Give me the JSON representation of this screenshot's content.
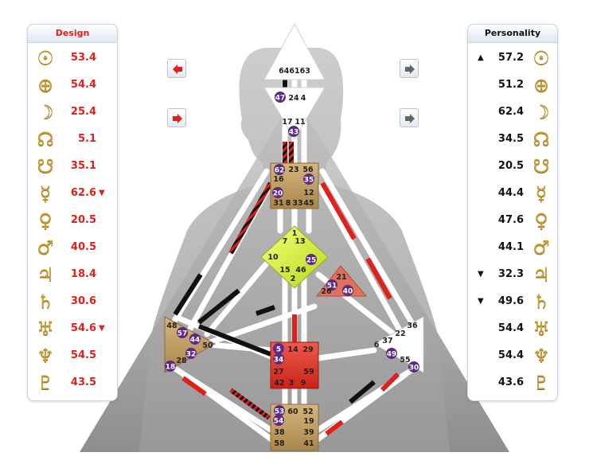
{
  "design": {
    "title": "Design",
    "rows": [
      {
        "glyph": "☉",
        "value": "53.4",
        "arrow": ""
      },
      {
        "glyph": "⊕",
        "value": "54.4",
        "arrow": ""
      },
      {
        "glyph": "☽",
        "value": "25.4",
        "arrow": ""
      },
      {
        "glyph": "☊",
        "value": "5.1",
        "arrow": ""
      },
      {
        "glyph": "☋",
        "value": "35.1",
        "arrow": ""
      },
      {
        "glyph": "☿",
        "value": "62.6",
        "arrow": "▼"
      },
      {
        "glyph": "♀",
        "value": "20.5",
        "arrow": ""
      },
      {
        "glyph": "♂",
        "value": "40.5",
        "arrow": ""
      },
      {
        "glyph": "♃",
        "value": "18.4",
        "arrow": ""
      },
      {
        "glyph": "♄",
        "value": "30.6",
        "arrow": ""
      },
      {
        "glyph": "♅",
        "value": "54.6",
        "arrow": "▼"
      },
      {
        "glyph": "♆",
        "value": "54.5",
        "arrow": ""
      },
      {
        "glyph": "♇",
        "value": "43.5",
        "arrow": ""
      }
    ]
  },
  "personality": {
    "title": "Personality",
    "rows": [
      {
        "glyph": "☉",
        "value": "57.2",
        "arrow": "▲"
      },
      {
        "glyph": "⊕",
        "value": "51.2",
        "arrow": ""
      },
      {
        "glyph": "☽",
        "value": "62.4",
        "arrow": ""
      },
      {
        "glyph": "☊",
        "value": "34.5",
        "arrow": ""
      },
      {
        "glyph": "☋",
        "value": "20.5",
        "arrow": ""
      },
      {
        "glyph": "☿",
        "value": "44.4",
        "arrow": ""
      },
      {
        "glyph": "♀",
        "value": "47.6",
        "arrow": ""
      },
      {
        "glyph": "♂",
        "value": "44.1",
        "arrow": ""
      },
      {
        "glyph": "♃",
        "value": "32.3",
        "arrow": "▼"
      },
      {
        "glyph": "♄",
        "value": "49.6",
        "arrow": "▼"
      },
      {
        "glyph": "♅",
        "value": "54.4",
        "arrow": ""
      },
      {
        "glyph": "♆",
        "value": "54.4",
        "arrow": ""
      },
      {
        "glyph": "♇",
        "value": "43.6",
        "arrow": ""
      }
    ]
  },
  "nav": {
    "left_icon": "arrow-left-icon",
    "right_icon": "arrow-right-icon",
    "left_color": "#e0201a",
    "right_color": "#666666"
  },
  "colors": {
    "design": "#e0201a",
    "personality": "#111111",
    "glyph": "#c9a13a"
  },
  "gates": {
    "head": [
      "64",
      "61",
      "63"
    ],
    "ajna": [
      "47",
      "24",
      "4",
      "17",
      "11",
      "43"
    ],
    "throat": [
      "62",
      "23",
      "56",
      "16",
      "35",
      "20",
      "12",
      "31",
      "8",
      "33",
      "45"
    ],
    "g": [
      "1",
      "7",
      "13",
      "10",
      "25",
      "15",
      "46",
      "2"
    ],
    "heart": [
      "21",
      "51",
      "26",
      "40"
    ],
    "spleen": [
      "48",
      "57",
      "44",
      "50",
      "32",
      "28",
      "18"
    ],
    "sacral": [
      "5",
      "14",
      "29",
      "34",
      "27",
      "59",
      "42",
      "3",
      "9"
    ],
    "solar": [
      "36",
      "22",
      "6",
      "37",
      "49",
      "55",
      "30"
    ],
    "root": [
      "53",
      "60",
      "52",
      "54",
      "19",
      "38",
      "39",
      "58",
      "41"
    ]
  }
}
